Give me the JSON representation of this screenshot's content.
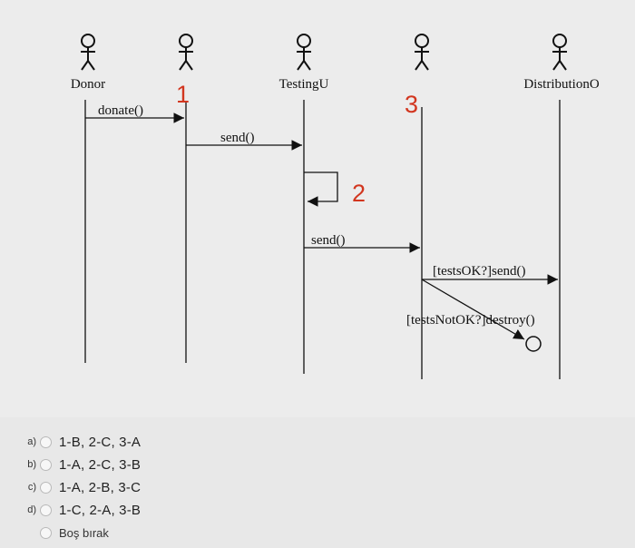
{
  "diagram": {
    "lifelines": [
      {
        "label": "Donor"
      },
      {
        "label": ""
      },
      {
        "label": "TestingU"
      },
      {
        "label": ""
      },
      {
        "label": "DistributionO"
      }
    ],
    "messages": {
      "donate": "donate()",
      "send1": "send()",
      "send2": "send()",
      "tests_ok": "[testsOK?]send()",
      "tests_not_ok": "[testsNotOK?]destroy()"
    },
    "markers": {
      "m1": "1",
      "m2": "2",
      "m3": "3"
    }
  },
  "question": {
    "options": [
      {
        "letter": "a)",
        "text": "1-B, 2-C, 3-A"
      },
      {
        "letter": "b)",
        "text": "1-A, 2-C, 3-B"
      },
      {
        "letter": "c)",
        "text": "1-A, 2-B, 3-C"
      },
      {
        "letter": "d)",
        "text": "1-C, 2-A, 3-B"
      }
    ],
    "skip_label": "Boş bırak"
  },
  "colors": {
    "annotation": "#d2361f",
    "line": "#111111"
  }
}
